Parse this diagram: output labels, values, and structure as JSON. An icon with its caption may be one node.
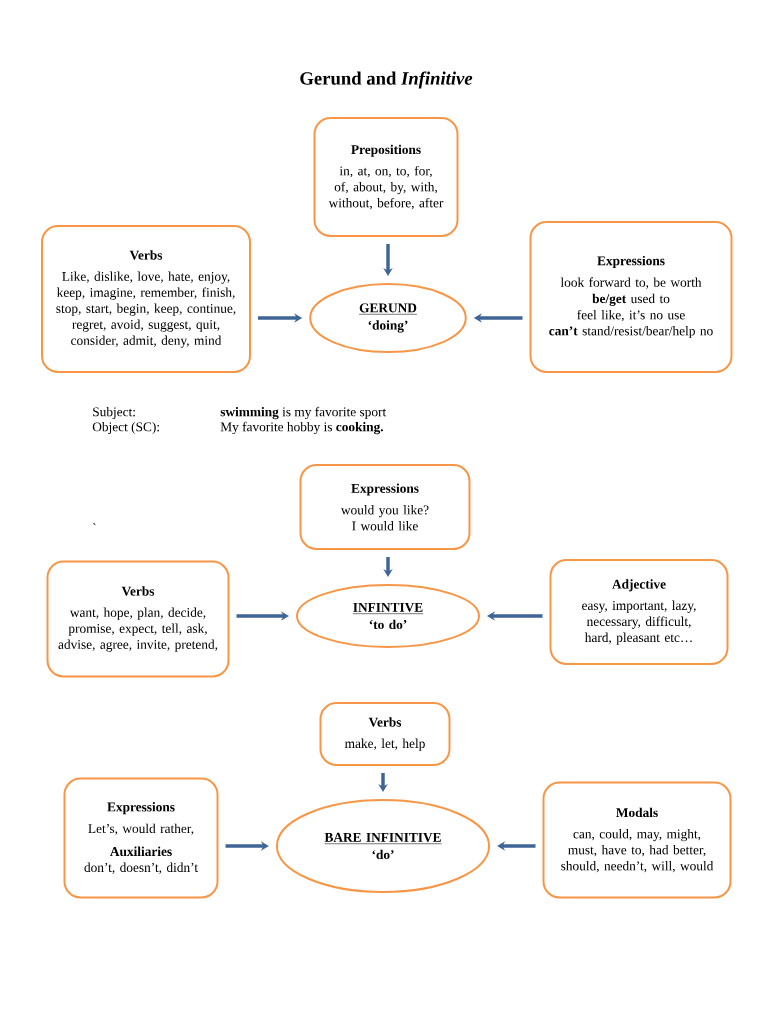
{
  "diagram": {
    "title": "Gerund and *Infinitive*",
    "nodes": [
      {
        "text": [
          "Prepositions",
          "in, at, on, to, for, of, about, by, with, without, before, after"
        ]
      },
      {
        "text": [
          "Verbs",
          "Like, dislike, love, hate, enjoy, keep, imagine, remember, finish, stop, start, begin, keep, continue, regret, avoid, suggest, quit, consider, admit, deny, mind"
        ]
      },
      {
        "text": [
          "GERUND",
          "‘doing’"
        ]
      },
      {
        "text": [
          "Expressions",
          "look forward to, be worth",
          "**be/get** used to",
          "feel like, it’s no use",
          "**can’t** stand/resist/bear/help no"
        ]
      },
      {
        "text": [
          "Expressions",
          "would you like?",
          "I would like"
        ]
      },
      {
        "text": [
          "Verbs",
          "want, hope, plan, decide, promise, expect, tell, ask, advise, agree, invite, pretend,"
        ]
      },
      {
        "text": [
          "INFINTIVE",
          "‘to do’"
        ]
      },
      {
        "text": [
          "Adjective",
          "easy, important, lazy, necessary, difficult, hard, pleasant etc…"
        ]
      },
      {
        "text": [
          "Verbs",
          "make, let, help"
        ]
      },
      {
        "text": [
          "Expressions",
          "Let’s, would rather,",
          "Auxiliaries",
          "don’t, doesn’t, didn’t"
        ]
      },
      {
        "text": [
          "BARE INFINITIVE",
          "‘do’"
        ]
      },
      {
        "text": [
          "Modals",
          "can, could, may, might, must, have to, had better, should, needn’t, will, would"
        ]
      }
    ],
    "edges": [
      {
        "from": 0,
        "to": 2,
        "arrow": "to"
      },
      {
        "from": 1,
        "to": 2,
        "arrow": "to"
      },
      {
        "from": 3,
        "to": 2,
        "arrow": "to"
      },
      {
        "from": 4,
        "to": 6,
        "arrow": "to"
      },
      {
        "from": 5,
        "to": 6,
        "arrow": "to"
      },
      {
        "from": 7,
        "to": 6,
        "arrow": "to"
      },
      {
        "from": 8,
        "to": 10,
        "arrow": "to"
      },
      {
        "from": 9,
        "to": 10,
        "arrow": "to"
      },
      {
        "from": 11,
        "to": 10,
        "arrow": "to"
      }
    ],
    "labels": [
      "Subject:",
      "**swimming** is my favorite sport",
      "Object (SC):",
      "My favorite hobby is **cooking.**",
      "`"
    ]
  }
}
